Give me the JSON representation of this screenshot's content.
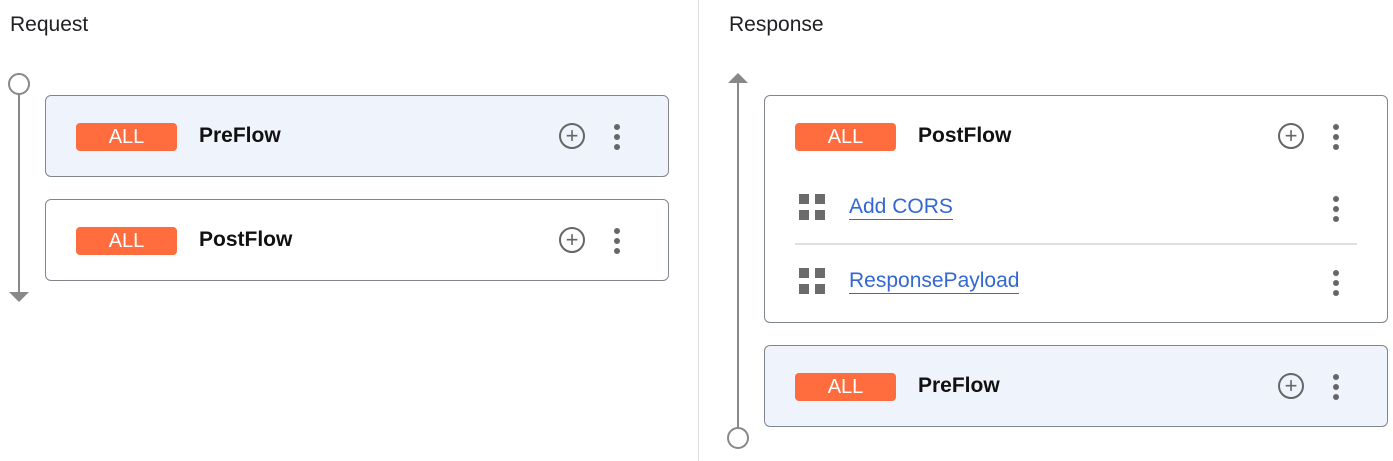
{
  "request": {
    "title": "Request",
    "flows": [
      {
        "badge": "ALL",
        "name": "PreFlow",
        "selected": true
      },
      {
        "badge": "ALL",
        "name": "PostFlow",
        "selected": false
      }
    ]
  },
  "response": {
    "title": "Response",
    "flows": [
      {
        "badge": "ALL",
        "name": "PostFlow",
        "selected": false,
        "steps": [
          {
            "name": "Add CORS"
          },
          {
            "name": "ResponsePayload"
          }
        ]
      },
      {
        "badge": "ALL",
        "name": "PreFlow",
        "selected": true
      }
    ]
  },
  "colors": {
    "badge": "#ff6d3f",
    "selected_bg": "#eef3fc",
    "link": "#3367d6"
  }
}
